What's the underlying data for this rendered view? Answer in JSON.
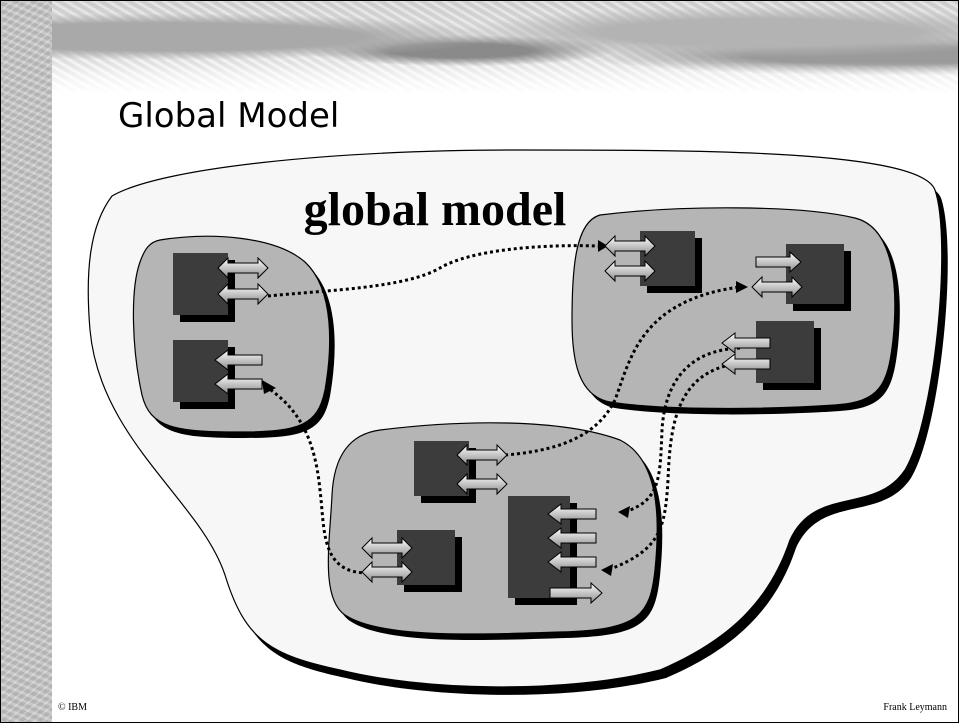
{
  "slide": {
    "title": "Global Model",
    "footer_left": "© IBM",
    "footer_right": "Frank Leymann"
  },
  "diagram": {
    "region_label": "global model"
  }
}
